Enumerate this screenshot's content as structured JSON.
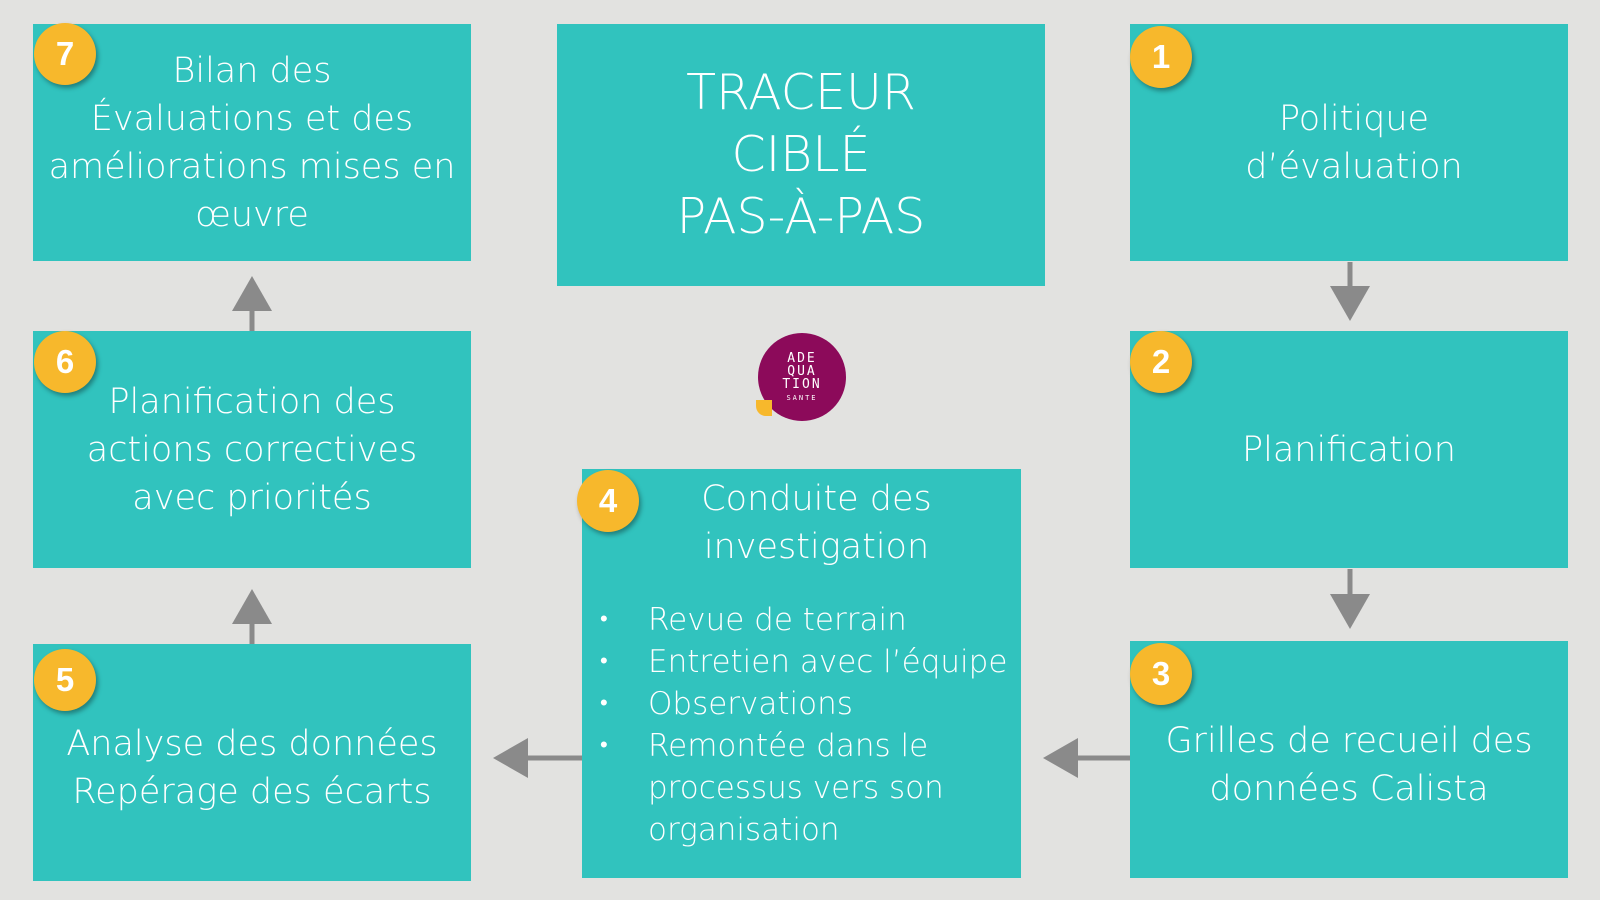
{
  "title": [
    "TRACEUR",
    "CIBLÉ",
    "PAS-À-PAS"
  ],
  "steps": [
    {
      "number": "1",
      "lines": [
        "Politique",
        "d’évaluation"
      ]
    },
    {
      "number": "2",
      "lines": [
        "Planification"
      ]
    },
    {
      "number": "3",
      "lines": [
        "Grilles de recueil des",
        "données Calista"
      ]
    },
    {
      "number": "4",
      "lines": [
        "Conduite des",
        "investigation"
      ],
      "bullets": [
        "Revue de terrain",
        "Entretien avec l’équipe",
        "Observations",
        "Remontée dans le processus vers son organisation"
      ]
    },
    {
      "number": "5",
      "lines": [
        "Analyse des données",
        "Repérage des écarts"
      ]
    },
    {
      "number": "6",
      "lines": [
        "Planification des",
        "actions correctives",
        "avec priorités"
      ]
    },
    {
      "number": "7",
      "lines": [
        "Bilan des",
        "Évaluations et des",
        "améliorations mises en",
        "œuvre"
      ]
    }
  ],
  "bullet_symbol": "•",
  "logo": {
    "lines": [
      "ADE",
      "QUA",
      "TION"
    ],
    "sub": "SANTE"
  },
  "colors": {
    "box": "#31c3be",
    "badge": "#f7b82c",
    "arrow": "#8a8a8a",
    "background": "#e2e2e0",
    "logo": "#8c0a5a"
  }
}
